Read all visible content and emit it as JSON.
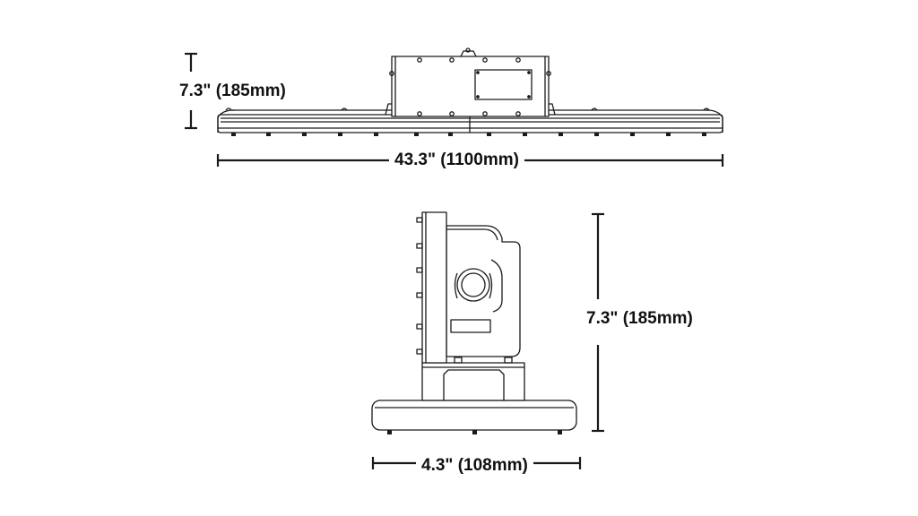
{
  "dimensions": {
    "top_view_height": "7.3\" (185mm)",
    "top_view_length": "43.3\" (1100mm)",
    "side_view_height": "7.3\" (185mm)",
    "side_view_width": "4.3\" (108mm)"
  },
  "colors": {
    "line": "#1a1a1a",
    "fill": "#ffffff",
    "text": "#111111"
  }
}
